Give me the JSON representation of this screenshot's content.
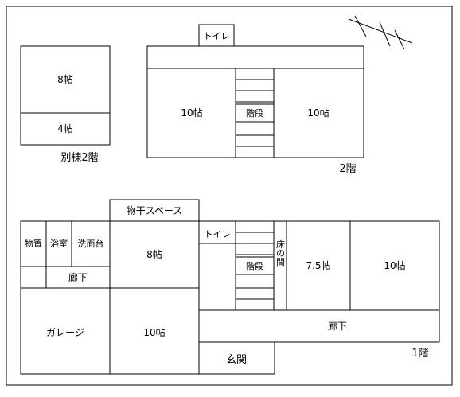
{
  "annex_2f": {
    "room_8": "8帖",
    "room_4": "4帖",
    "caption": "別棟2階"
  },
  "floor_2": {
    "toilet": "トイレ",
    "room_left": "10帖",
    "room_right": "10帖",
    "stairs": "階段",
    "caption": "2階"
  },
  "floor_1": {
    "drying": "物干スペース",
    "storage": "物置",
    "bath": "浴室",
    "washroom": "洗面台",
    "hall_upper": "廊下",
    "room_8": "8帖",
    "toilet": "トイレ",
    "stairs": "階段",
    "tokonoma": "床の間",
    "room_75": "7.5帖",
    "room_10_right": "10帖",
    "garage": "ガレージ",
    "room_10_bottom": "10帖",
    "hall_lower": "廊下",
    "entrance": "玄関",
    "caption": "1階"
  }
}
